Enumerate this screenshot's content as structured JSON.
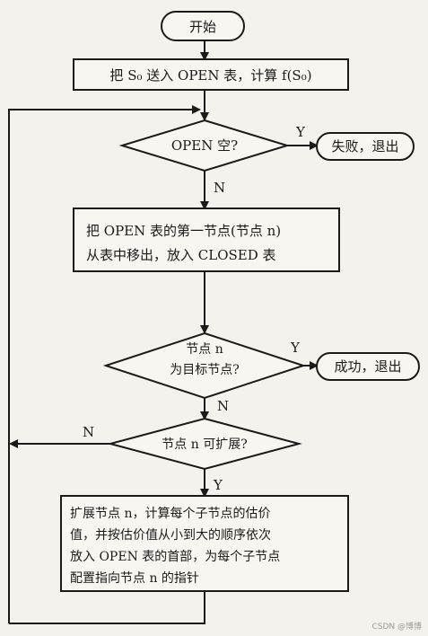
{
  "flowchart": {
    "start": "开始",
    "init": [
      "把 S₀ 送入 OPEN 表，计算 f(S₀)"
    ],
    "decision_open_empty": [
      "OPEN 空?"
    ],
    "fail": "失败，退出",
    "move_node": [
      "把 OPEN 表的第一节点(节点 n)",
      "从表中移出，放入 CLOSED 表"
    ],
    "decision_goal": [
      "节点 n",
      "为目标节点?"
    ],
    "success": "成功，退出",
    "decision_expand": [
      "节点 n 可扩展?"
    ],
    "expand": [
      "扩展节点 n，计算每个子节点的估价",
      "值，并按估价值从小到大的顺序依次",
      "放入 OPEN 表的首部，为每个子节点",
      "配置指向节点 n 的指针"
    ],
    "yes": "Y",
    "no": "N"
  },
  "watermark": "CSDN @博博"
}
